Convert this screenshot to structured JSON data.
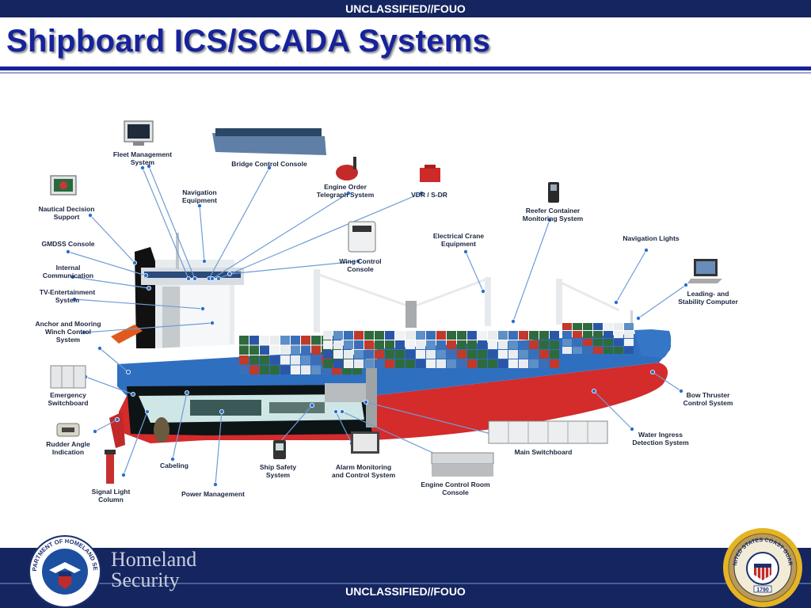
{
  "classification_top": "UNCLASSIFIED//FOUO",
  "classification_bottom": "UNCLASSIFIED//FOUO",
  "title": "Shipboard ICS/SCADA Systems",
  "footer": {
    "org_name": "Homeland\nSecurity",
    "dhs_seal_text": "U.S. DEPARTMENT OF HOMELAND SECURITY",
    "uscg_seal_text": "UNITED STATES COAST GUARD",
    "uscg_seal_year": "1790"
  },
  "labels": {
    "fleet_management": "Fleet Management\nSystem",
    "bridge_console": "Bridge Control Console",
    "navigation_equipment": "Navigation\nEquipment",
    "engine_order_telegraph": "Engine Order\nTelegraph System",
    "vdr": "VDR / S-DR",
    "nautical_decision": "Nautical Decision\nSupport",
    "gmdss": "GMDSS Console",
    "internal_communication": "Internal\nCommunication",
    "tv_entertainment": "TV-Entertainment\nSystem",
    "anchor_mooring": "Anchor and Mooring\nWinch Control\nSystem",
    "emergency_switchboard": "Emergency\nSwitchboard",
    "rudder_angle": "Rudder Angle\nIndication",
    "signal_light": "Signal Light\nColumn",
    "cabeling": "Cabeling",
    "power_management": "Power Management",
    "ship_safety": "Ship Safety\nSystem",
    "alarm_monitoring": "Alarm Monitoring\nand Control System",
    "engine_control_room": "Engine Control Room\nConsole",
    "main_switchboard": "Main Switchboard",
    "water_ingress": "Water Ingress\nDetection System",
    "bow_thruster": "Bow Thruster\nControl System",
    "leading_stability": "Leading- and\nStability Computer",
    "navigation_lights": "Navigation Lights",
    "reefer_container": "Reefer Container\nMonitoring System",
    "electrical_crane": "Electrical Crane\nEquipment",
    "wing_control": "Wing Control\nConsole"
  },
  "colors": {
    "banner": "#14255f",
    "title": "#16239a",
    "hull_top": "#2f6fc0",
    "hull_bottom": "#d42b2b",
    "leader_line": "#6f9cd6",
    "leader_dot": "#2a6fd0"
  }
}
